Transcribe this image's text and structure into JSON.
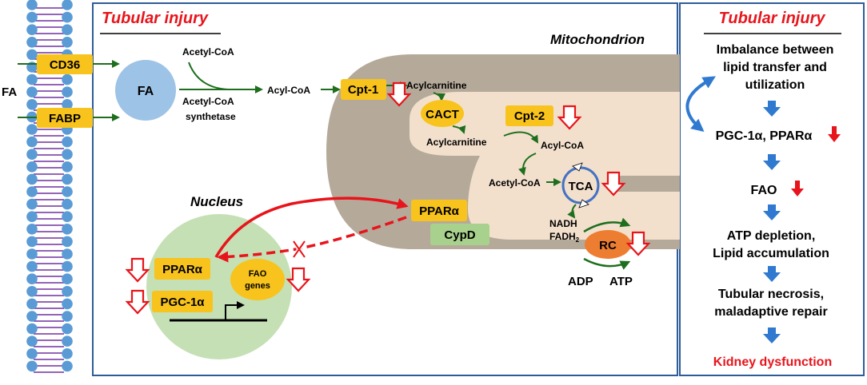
{
  "left_panel": {
    "title": "Tubular injury",
    "fa_outside": "FA",
    "transporters": [
      "CD36",
      "FABP"
    ],
    "fa_cytosol": "FA",
    "acetyl_coa_top": "Acetyl-CoA",
    "enzyme_line1": "Acetyl-CoA",
    "enzyme_line2": "synthetase",
    "acyl_coa": "Acyl-CoA",
    "mitochondrion_label": "Mitochondrion",
    "cpt1": "Cpt-1",
    "acylcarnitine_top": "Acylcarnitine",
    "cact": "CACT",
    "acylcarnitine_inner": "Acylcarnitine",
    "cpt2": "Cpt-2",
    "acyl_coa_inner": "Acyl-CoA",
    "acetyl_coa_inner": "Acetyl-CoA",
    "tca": "TCA",
    "nadh": "NADH",
    "fadh2_base": "FADH",
    "fadh2_sub": "2",
    "rc": "RC",
    "adp": "ADP",
    "atp": "ATP",
    "ppara_mito": "PPARα",
    "cypd": "CypD",
    "nucleus_label": "Nucleus",
    "ppara_nucleus": "PPARα",
    "pgc1a_nucleus": "PGC-1α",
    "fao_genes_line1": "FAO",
    "fao_genes_line2": "genes",
    "block_mark": "X"
  },
  "right_panel": {
    "title": "Tubular injury",
    "steps": [
      {
        "lines": [
          "Imbalance between",
          "lipid transfer and",
          "utilization"
        ]
      },
      {
        "lines": [
          "PGC-1α, PPARα"
        ]
      },
      {
        "lines": [
          "FAO"
        ]
      },
      {
        "lines": [
          "ATP depletion,",
          "Lipid accumulation"
        ]
      },
      {
        "lines": [
          "Tubular necrosis,",
          "maladaptive repair"
        ]
      },
      {
        "lines": [
          "Kidney dysfunction"
        ]
      }
    ]
  },
  "colors": {
    "title_red": "#e8141b",
    "yellow_box": "#f8c31c",
    "dark_green_arrow": "#1e6e1e",
    "blue_arrow": "#2f7ad0",
    "membrane_blue": "#5b9bd5",
    "membrane_purple": "#7030a0",
    "panel_border": "#2e5c99",
    "mito_outer": "#b5aa9a",
    "mito_inner": "#f2e0cc",
    "fa_circle": "#9dc3e6",
    "nucleus": "#c5e0b4",
    "rc_orange": "#ed7d31",
    "cypd_green": "#a9d18e"
  }
}
